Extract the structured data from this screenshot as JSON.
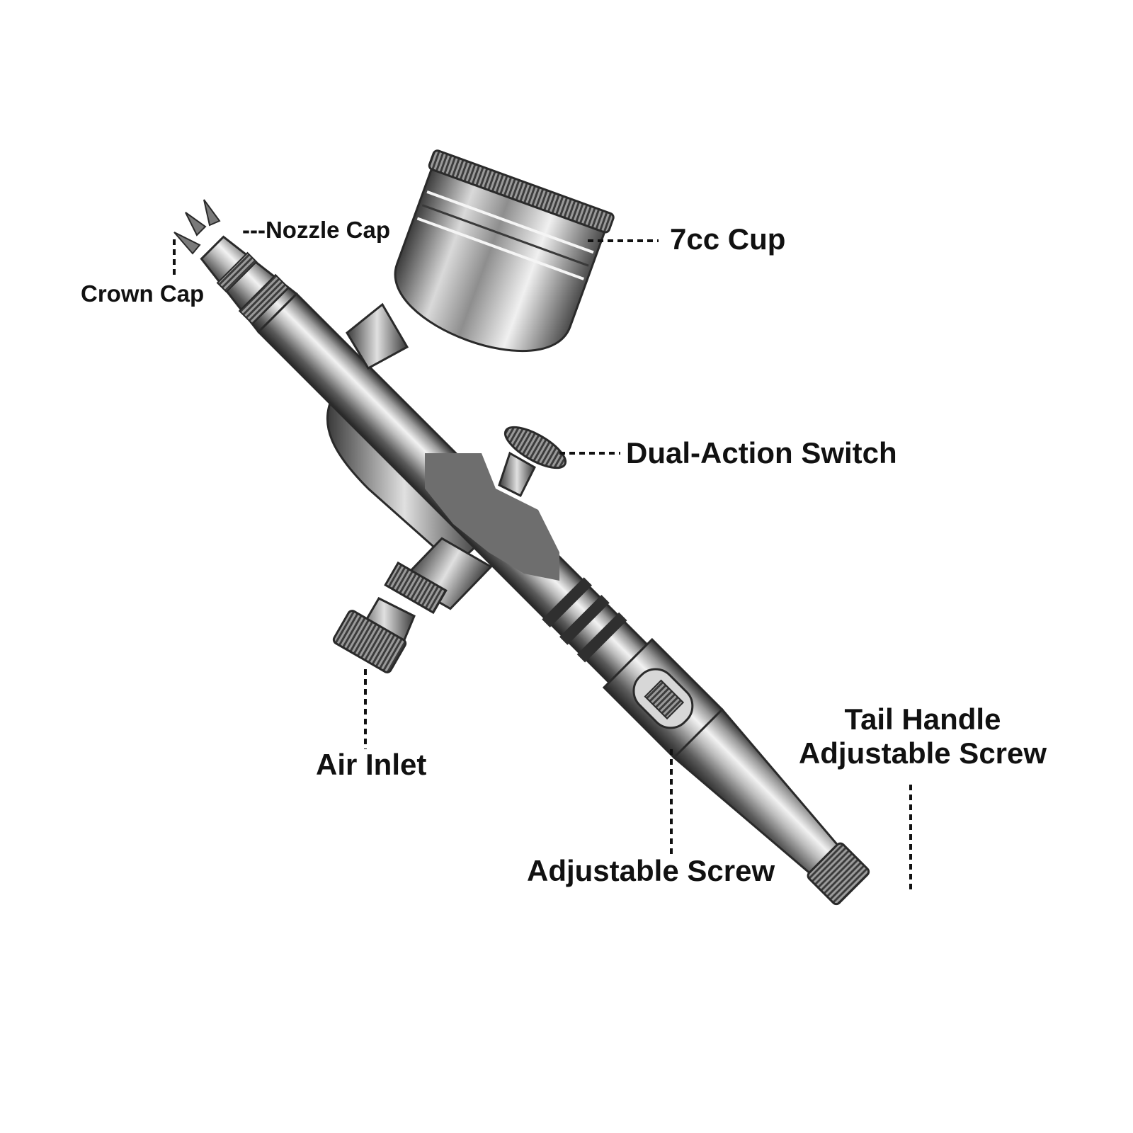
{
  "diagram": {
    "labels": {
      "nozzle_cap": "---Nozzle Cap",
      "crown_cap": "Crown Cap",
      "cup": "7cc Cup",
      "dual_action_switch": "Dual-Action Switch",
      "air_inlet": "Air Inlet",
      "adjustable_screw": "Adjustable Screw",
      "tail_handle_line1": "Tail Handle",
      "tail_handle_line2": "Adjustable Screw"
    },
    "colors": {
      "metal_dark": "#3a3a3a",
      "metal_mid": "#8a8a8a",
      "metal_light": "#e8e8e8",
      "blur_patch": "#6e6e6e",
      "text": "#111111"
    }
  }
}
